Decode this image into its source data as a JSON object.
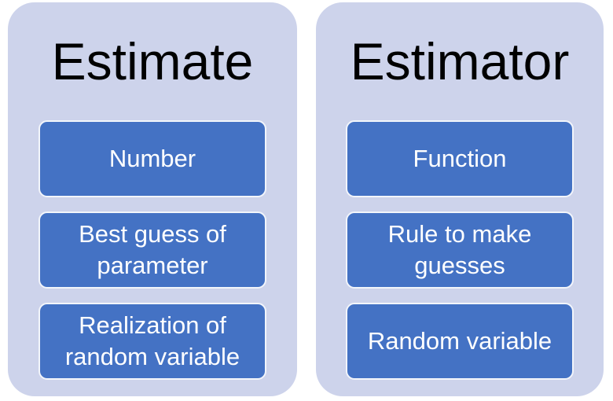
{
  "diagram": {
    "type": "comparison-list",
    "colors": {
      "page_background": "#ffffff",
      "panel_background": "#cdd3eb",
      "box_background": "#4472c4",
      "box_border": "#f2f5fb",
      "title_text": "#000000",
      "box_text": "#ffffff"
    },
    "panels": [
      {
        "title": "Estimate",
        "items": [
          "Number",
          "Best guess of parameter",
          "Realization of random variable"
        ]
      },
      {
        "title": "Estimator",
        "items": [
          "Function",
          "Rule to make guesses",
          "Random variable"
        ]
      }
    ]
  }
}
